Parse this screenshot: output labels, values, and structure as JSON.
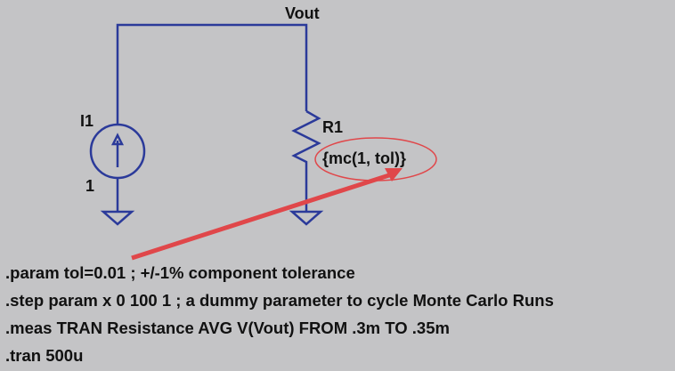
{
  "schematic": {
    "net_label": "Vout",
    "source": {
      "name": "I1",
      "value": "1"
    },
    "resistor": {
      "name": "R1",
      "value": "{mc(1, tol)}"
    }
  },
  "directives": [
    ".param tol=0.01 ; +/-1% component tolerance",
    ".step param x 0 100 1 ; a dummy parameter to cycle Monte Carlo Runs",
    ".meas TRAN Resistance AVG V(Vout) FROM .3m TO .35m",
    ".tran 500u"
  ],
  "colors": {
    "wire": "#2b3a9a",
    "annotation": "#e0474a",
    "background": "#c4c4c6"
  }
}
